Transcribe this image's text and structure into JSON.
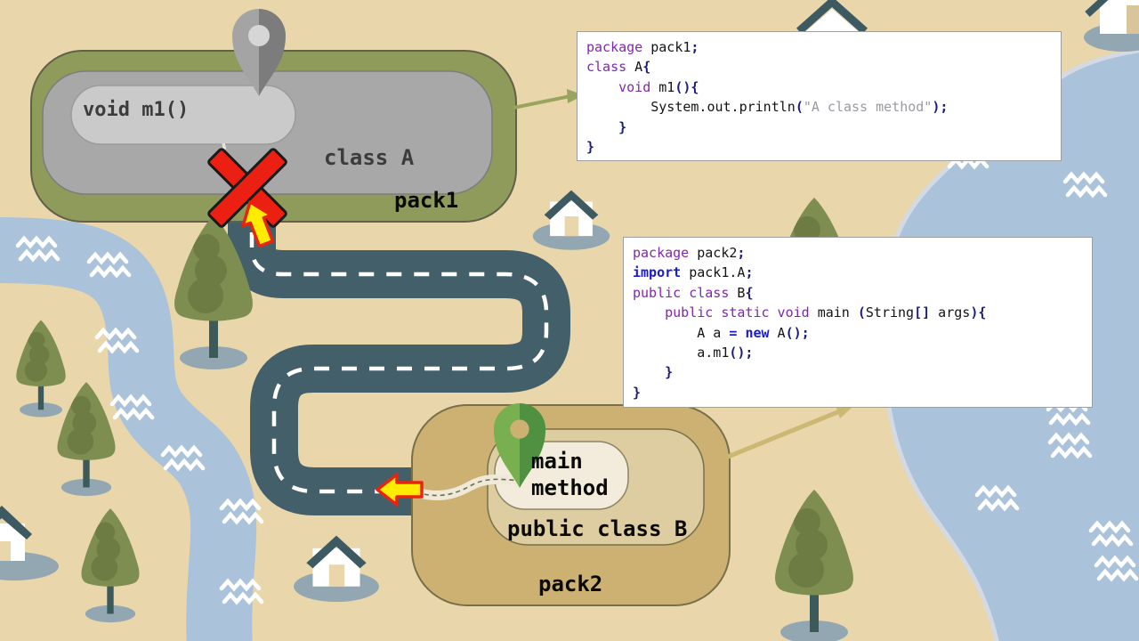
{
  "islands": {
    "pack1": {
      "name_label": "pack1",
      "class_label": "class A",
      "method_label": "void m1()"
    },
    "pack2": {
      "name_label": "pack2",
      "class_label": "public class B",
      "method_line1": "main",
      "method_line2": "method"
    }
  },
  "code_boxes": [
    {
      "name": "pack1 source",
      "lines": [
        [
          {
            "t": "package",
            "c": "kw"
          },
          {
            "t": " pack1",
            "c": "pl"
          },
          {
            "t": ";",
            "c": "pu"
          }
        ],
        [
          {
            "t": "class",
            "c": "kw"
          },
          {
            "t": " A",
            "c": "pl"
          },
          {
            "t": "{",
            "c": "pu"
          }
        ],
        [
          {
            "t": "    ",
            "c": "pl"
          },
          {
            "t": "void",
            "c": "kw"
          },
          {
            "t": " m1",
            "c": "pl"
          },
          {
            "t": "(){",
            "c": "pu"
          }
        ],
        [
          {
            "t": "        System.out.println",
            "c": "pl"
          },
          {
            "t": "(",
            "c": "pu"
          },
          {
            "t": "\"A class method\"",
            "c": "str"
          },
          {
            "t": ")",
            "c": "pu"
          },
          {
            "t": ";",
            "c": "pu"
          }
        ],
        [
          {
            "t": "    ",
            "c": "pl"
          },
          {
            "t": "}",
            "c": "pu"
          }
        ],
        [
          {
            "t": "}",
            "c": "pu"
          }
        ]
      ]
    },
    {
      "name": "pack2 source",
      "lines": [
        [
          {
            "t": "package",
            "c": "kw"
          },
          {
            "t": " pack2",
            "c": "pl"
          },
          {
            "t": ";",
            "c": "pu"
          }
        ],
        [
          {
            "t": "import",
            "c": "imp"
          },
          {
            "t": " pack1.A",
            "c": "pl"
          },
          {
            "t": ";",
            "c": "pu"
          }
        ],
        [
          {
            "t": "public class",
            "c": "kw"
          },
          {
            "t": " B",
            "c": "pl"
          },
          {
            "t": "{",
            "c": "pu"
          }
        ],
        [
          {
            "t": "    ",
            "c": "pl"
          },
          {
            "t": "public static void",
            "c": "kw"
          },
          {
            "t": " main ",
            "c": "pl"
          },
          {
            "t": "(",
            "c": "pu"
          },
          {
            "t": "String",
            "c": "pl"
          },
          {
            "t": "[]",
            "c": "pu"
          },
          {
            "t": " args",
            "c": "pl"
          },
          {
            "t": "){",
            "c": "pu"
          }
        ],
        [
          {
            "t": "        A a ",
            "c": "pl"
          },
          {
            "t": "=",
            "c": "imp"
          },
          {
            "t": " ",
            "c": "pl"
          },
          {
            "t": "new",
            "c": "imp"
          },
          {
            "t": " A",
            "c": "pl"
          },
          {
            "t": "();",
            "c": "pu"
          }
        ],
        [
          {
            "t": "        a.m1",
            "c": "pl"
          },
          {
            "t": "();",
            "c": "pu"
          }
        ],
        [
          {
            "t": "    ",
            "c": "pl"
          },
          {
            "t": "}",
            "c": "pu"
          }
        ],
        [
          {
            "t": "}",
            "c": "pu"
          }
        ]
      ]
    }
  ],
  "colors": {
    "background_tan": "#e9d6ab",
    "water_blue": "#aac3da",
    "lake_border": "#d3dae3",
    "road_slate": "#43606a",
    "road_dash": "#ffffff",
    "pack1_island_green": "#8e9b5a",
    "class_a_gray": "#a8a8a8",
    "method_oval_gray": "#cacaca",
    "pack2_island_khaki": "#ccb172",
    "class_b_tan": "#decda0",
    "main_oval_cream": "#f3ecdc",
    "tree_green": "#7e8d50",
    "tree_shade_green": "#6d7c43",
    "trunk_teal": "#3c5a59",
    "shadow_blue_gray": "#93a7b3",
    "house_roof_slate": "#3d5a63",
    "pin_gray_light": "#a4a4a4",
    "pin_gray_dark": "#7c7c7c",
    "pin_green_light": "#79b04f",
    "pin_green_dark": "#4f9140",
    "cross_red": "#ec1f13",
    "arrow_yellow": "#ffec00",
    "keyword_purple": "#8027ad",
    "import_blue": "#1a1ad2",
    "punct_navy": "#1b1b7e",
    "string_gray": "#9a9aa2"
  }
}
